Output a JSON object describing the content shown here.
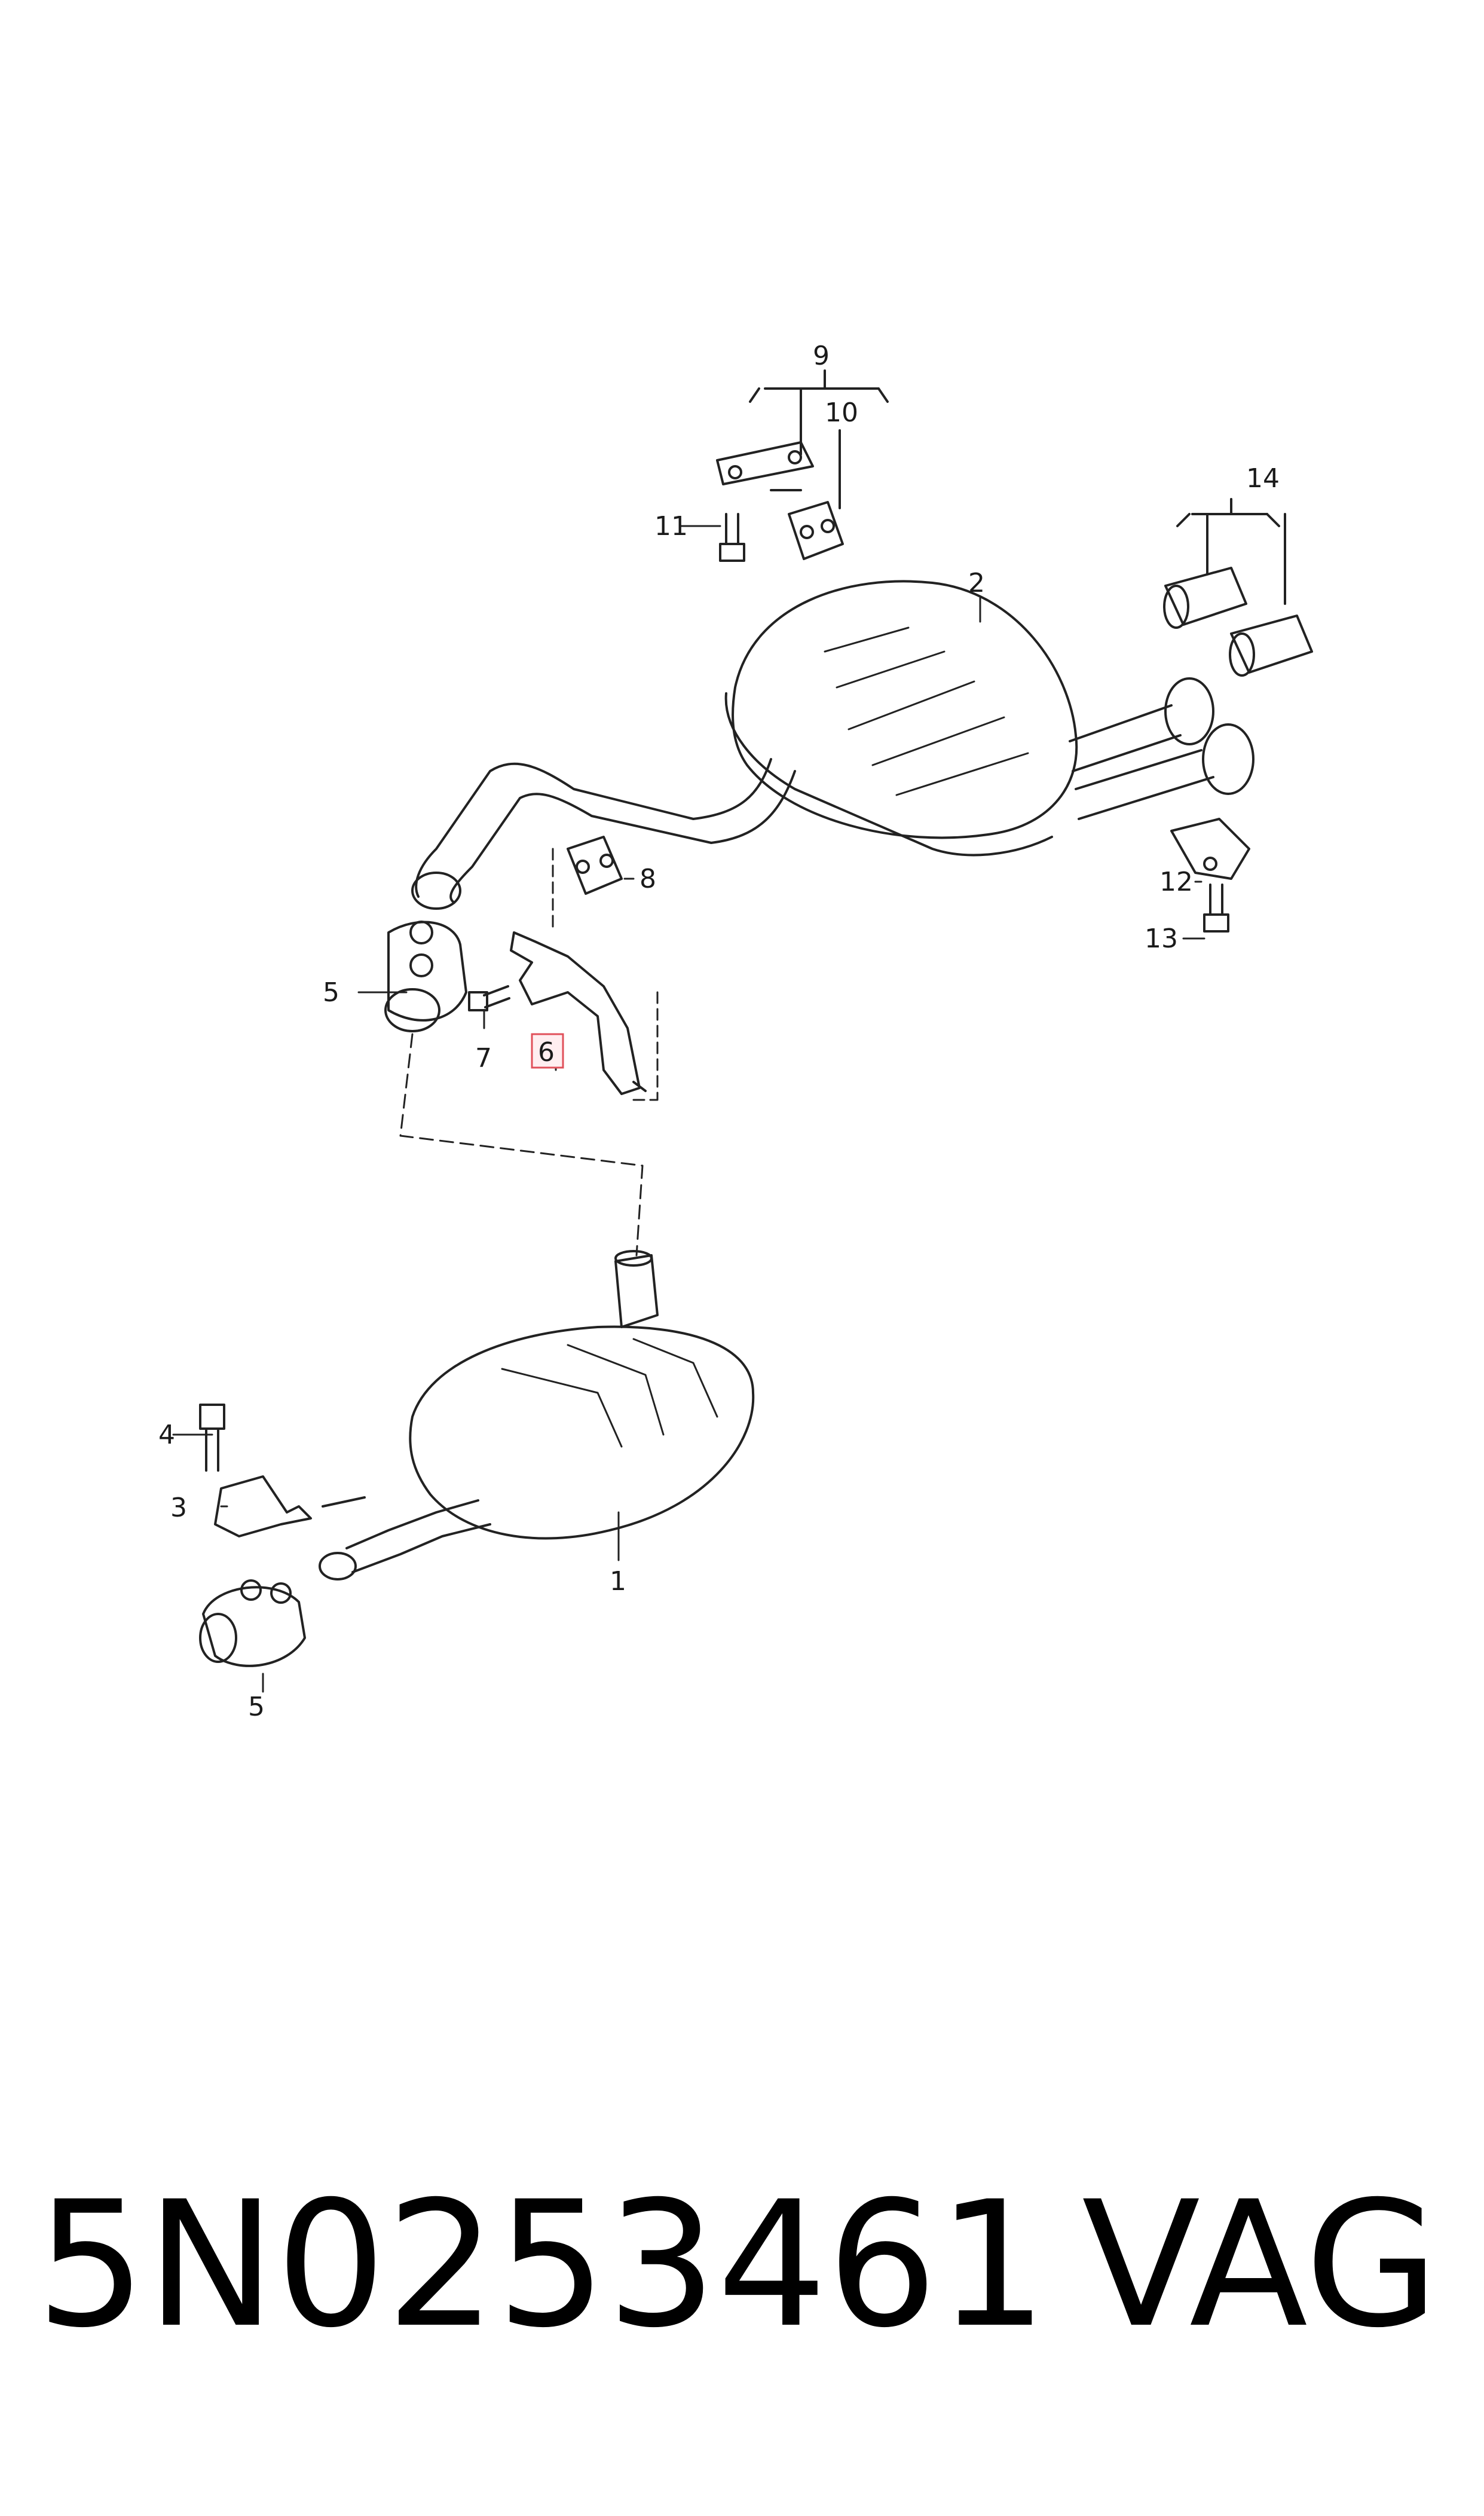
{
  "diagram": {
    "callouts": [
      {
        "id": "1",
        "text": "1"
      },
      {
        "id": "2",
        "text": "2"
      },
      {
        "id": "3",
        "text": "3"
      },
      {
        "id": "4",
        "text": "4"
      },
      {
        "id": "5a",
        "text": "5"
      },
      {
        "id": "5b",
        "text": "5"
      },
      {
        "id": "6",
        "text": "6",
        "highlighted": true
      },
      {
        "id": "7",
        "text": "7"
      },
      {
        "id": "8",
        "text": "8"
      },
      {
        "id": "9",
        "text": "9"
      },
      {
        "id": "10",
        "text": "10"
      },
      {
        "id": "11",
        "text": "11"
      },
      {
        "id": "12",
        "text": "12"
      },
      {
        "id": "13",
        "text": "13"
      },
      {
        "id": "14",
        "text": "14"
      }
    ],
    "highlight_color": "#e0505a",
    "line_color": "#222222"
  },
  "footer": {
    "part_number": "5N0253461",
    "brand": "VAG"
  }
}
